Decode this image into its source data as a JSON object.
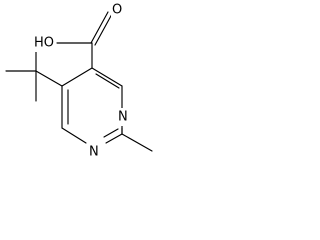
{
  "molecule": {
    "atoms": {
      "hydroxyl": "HO",
      "carbonyl_oxygen": "O",
      "ring_nitrogen_top": "N",
      "ring_nitrogen_bottom": "N"
    }
  }
}
